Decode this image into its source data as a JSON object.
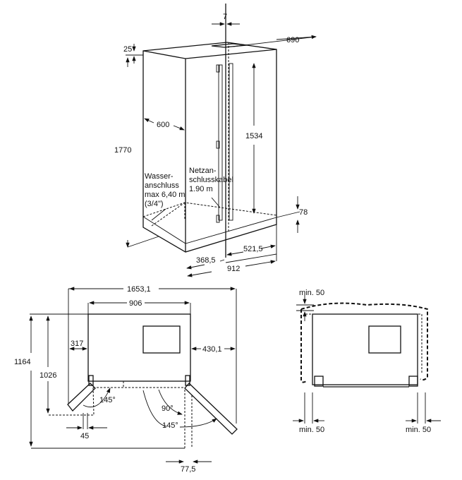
{
  "perspective_view": {
    "dims": {
      "gap": "7",
      "depth": "690",
      "top": "25",
      "height": "1770",
      "side_depth": "600",
      "door_height": "1534",
      "plinth": "78",
      "left_width": "368,5",
      "right_width": "521,5",
      "width": "912"
    },
    "water_label": [
      "Wasser-",
      "anschluss",
      "max 6,40 m",
      "(3/4\")"
    ],
    "cable_label": [
      "Netzan-",
      "schlusskabel",
      "1.90 m"
    ]
  },
  "top_view": {
    "dims": {
      "total_width": "1653,1",
      "width": "906",
      "left_clear": "317",
      "right_clear": "430,1",
      "depth_open": "1164",
      "depth": "1026",
      "hinge_left": "45",
      "hinge_right": "77,5"
    },
    "angles": {
      "left": "145°",
      "right_90": "90°",
      "right_145": "145°"
    }
  },
  "clearance_view": {
    "dims": {
      "top": "min. 50",
      "left": "min. 50",
      "right": "min. 50"
    }
  }
}
